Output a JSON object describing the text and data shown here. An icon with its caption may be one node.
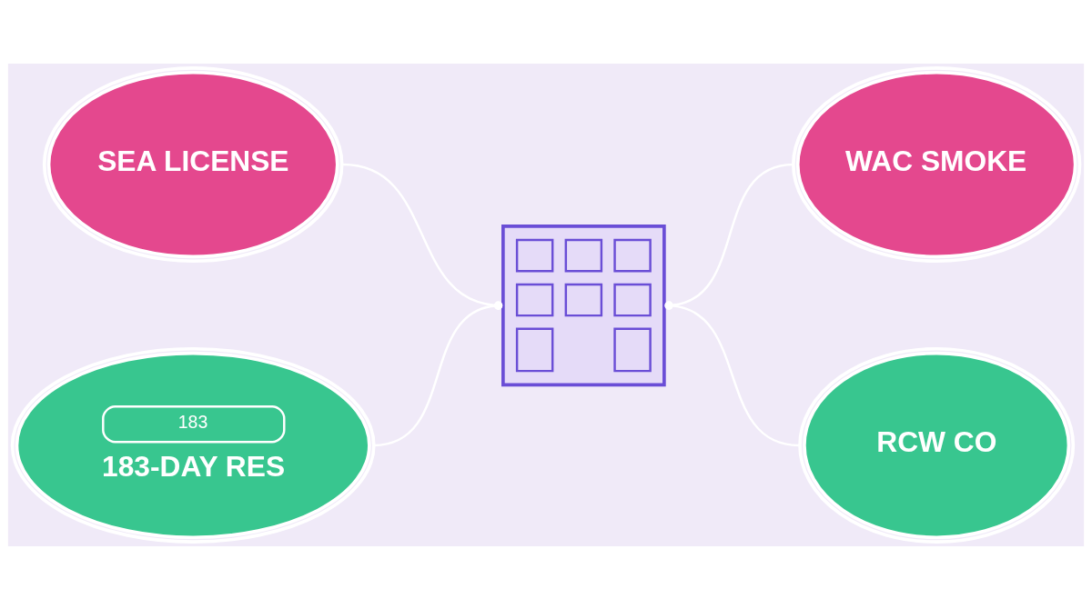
{
  "diagram": {
    "nodes": [
      {
        "text": [
          "SEA LICENSE"
        ]
      },
      {
        "text": [
          "WAC SMOKE"
        ]
      },
      {
        "text": [],
        "shape": "picture"
      },
      {
        "text": [
          "183",
          "183-DAY RES"
        ]
      },
      {
        "text": [
          "RCW CO"
        ]
      }
    ],
    "edges": [
      {
        "from": 0,
        "to": 2,
        "arrow": "other"
      },
      {
        "from": 1,
        "to": 2,
        "arrow": "other"
      },
      {
        "from": 3,
        "to": 2,
        "arrow": "other"
      },
      {
        "from": 4,
        "to": 2,
        "arrow": "other"
      }
    ]
  }
}
